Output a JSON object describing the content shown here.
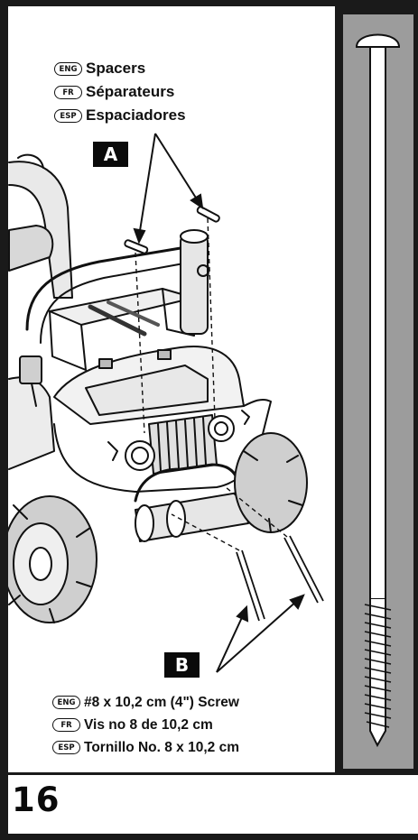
{
  "spacers_label": {
    "eng_badge": "ENG",
    "eng_text": "Spacers",
    "fr_badge": "FR",
    "fr_text": "Séparateurs",
    "esp_badge": "ESP",
    "esp_text": "Espaciadores"
  },
  "callout_a": "A",
  "callout_b": "B",
  "screw_label": {
    "eng_badge": "ENG",
    "eng_text": "#8 x 10,2 cm (4\") Screw",
    "fr_badge": "FR",
    "fr_text": "Vis no 8 de 10,2 cm",
    "esp_badge": "ESP",
    "esp_text": "Tornillo No. 8 x 10,2 cm"
  },
  "page_number": "16",
  "colors": {
    "frame": "#1a1a1a",
    "screw_panel_bg": "#9c9c9c",
    "callout_bg": "#0a0a0a"
  }
}
